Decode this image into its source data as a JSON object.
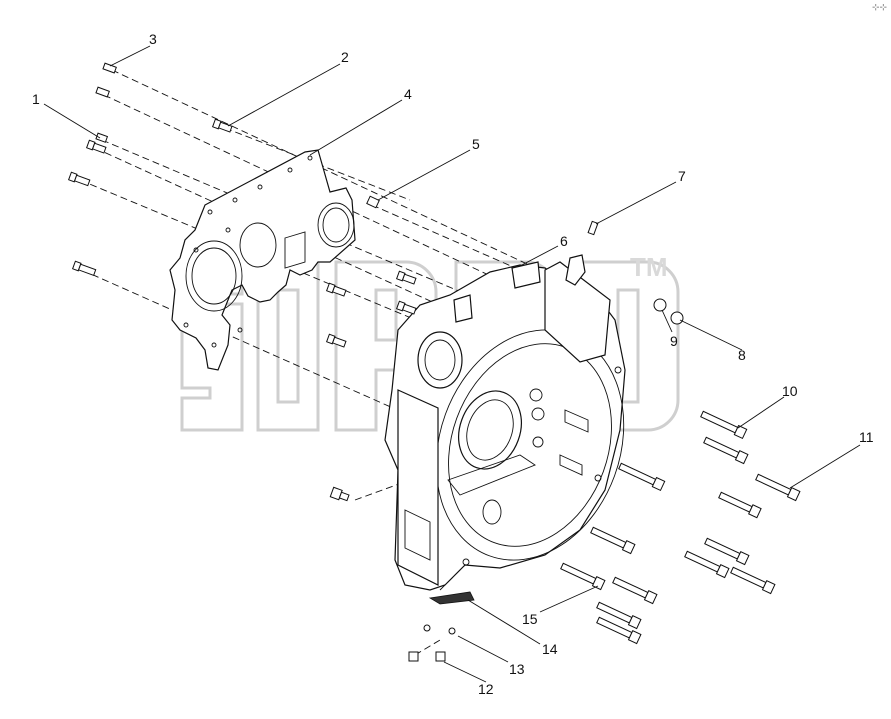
{
  "diagram": {
    "watermark_mark": "TM",
    "corner_mark": "⊹⊹",
    "callouts": [
      {
        "id": "1",
        "label": "1"
      },
      {
        "id": "2",
        "label": "2"
      },
      {
        "id": "3",
        "label": "3"
      },
      {
        "id": "4",
        "label": "4"
      },
      {
        "id": "5",
        "label": "5"
      },
      {
        "id": "6",
        "label": "6"
      },
      {
        "id": "7",
        "label": "7"
      },
      {
        "id": "8",
        "label": "8"
      },
      {
        "id": "9",
        "label": "9"
      },
      {
        "id": "10",
        "label": "10"
      },
      {
        "id": "11",
        "label": "11"
      },
      {
        "id": "12",
        "label": "12"
      },
      {
        "id": "13",
        "label": "13"
      },
      {
        "id": "14",
        "label": "14"
      },
      {
        "id": "15",
        "label": "15"
      }
    ],
    "colors": {
      "line": "#111111",
      "watermark": "#cfcfcf",
      "background": "#ffffff"
    }
  }
}
